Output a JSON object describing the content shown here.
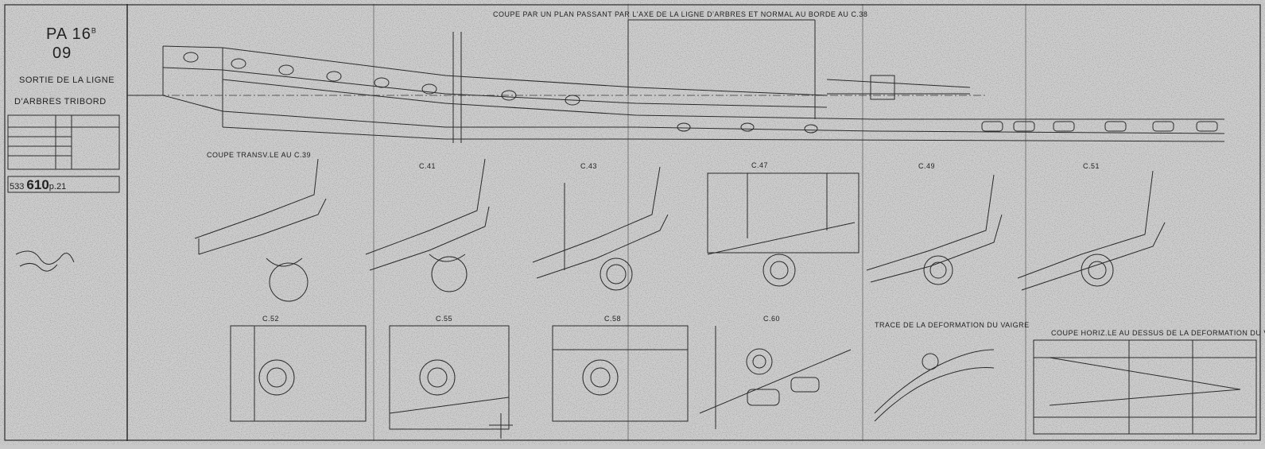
{
  "title_block": {
    "code": "PA 16",
    "code_sup": "B",
    "number": "09",
    "line1": "SORTIE DE LA LIGNE",
    "line2": "D'ARBRES TRIBORD",
    "ref_pre": "533",
    "ref_main": "610",
    "ref_suf": "p.21"
  },
  "main_view": {
    "title": "COUPE PAR UN PLAN PASSANT PAR L'AXE DE LA LIGNE D'ARBRES ET NORMAL AU BORDE AU C.38"
  },
  "sections": {
    "c39": "COUPE TRANSV.LE AU C.39",
    "c41": "C.41",
    "c43": "C.43",
    "c47": "C.47",
    "c49": "C.49",
    "c51": "C.51",
    "c52": "C.52",
    "c55": "C.55",
    "c58": "C.58",
    "c60": "C.60",
    "trace": "TRACE DE LA DEFORMATION DU VAIGRE",
    "horiz": "COUPE HORIZ.LE AU DESSUS DE LA DEFORMATION DU VAIGRE"
  },
  "colors": {
    "paper": "#c9c9c9",
    "ink": "#2a2a2a"
  }
}
